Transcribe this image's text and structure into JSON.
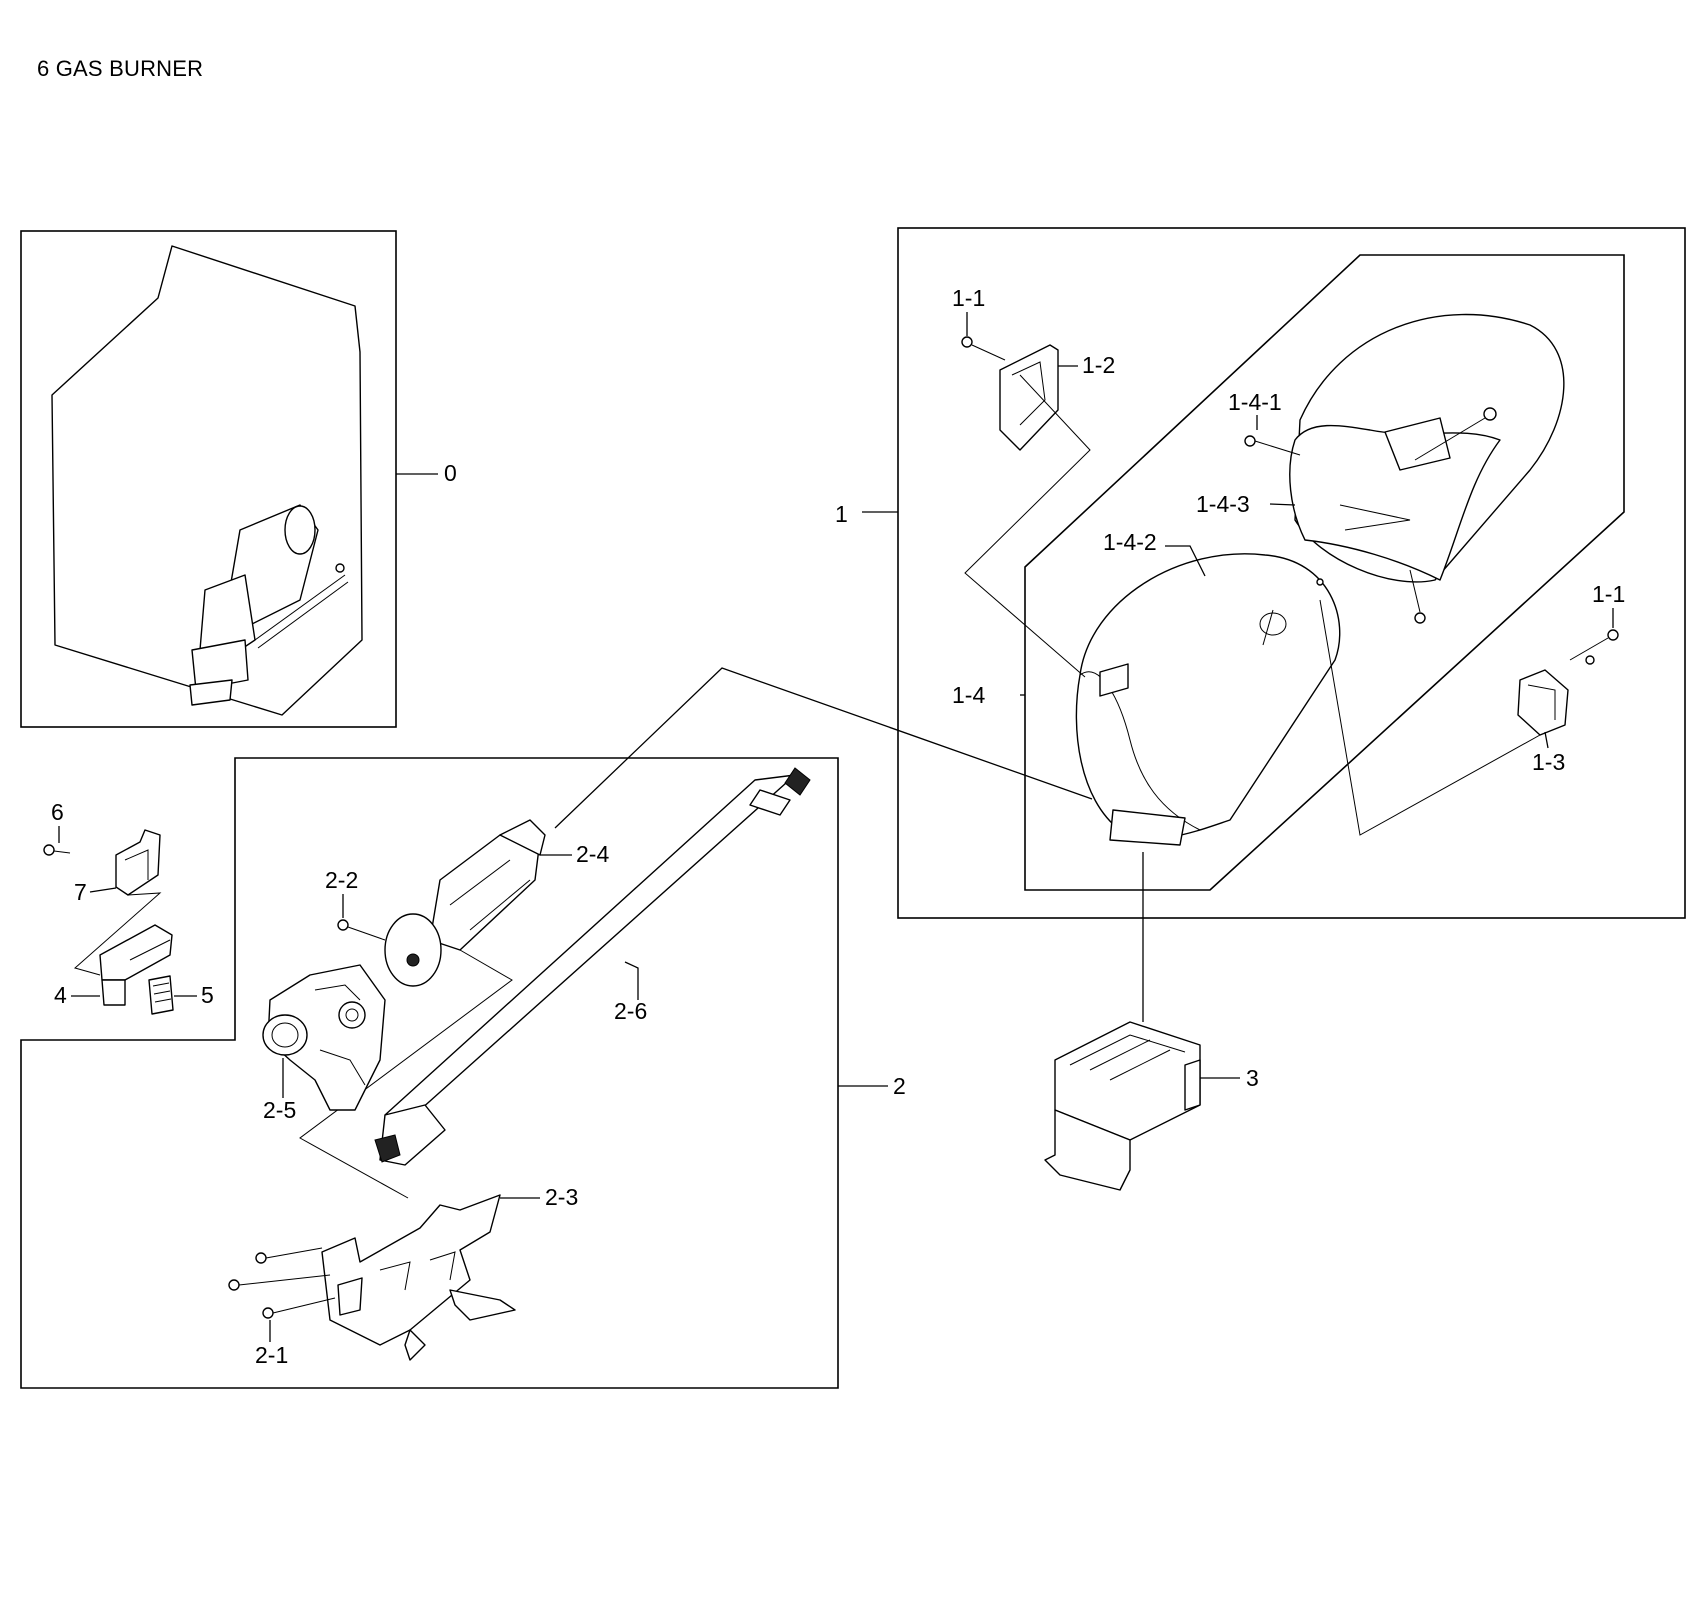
{
  "title": "6 GAS BURNER",
  "callouts": {
    "c0": "0",
    "c1": "1",
    "c1_1_top": "1-1",
    "c1_2": "1-2",
    "c1_4_1": "1-4-1",
    "c1_4_3": "1-4-3",
    "c1_4_2": "1-4-2",
    "c1_4": "1-4",
    "c1_1_right": "1-1",
    "c1_3": "1-3",
    "c2": "2",
    "c2_1": "2-1",
    "c2_2": "2-2",
    "c2_3": "2-3",
    "c2_4": "2-4",
    "c2_5": "2-5",
    "c2_6": "2-6",
    "c3": "3",
    "c4": "4",
    "c5": "5",
    "c6": "6",
    "c7": "7"
  }
}
